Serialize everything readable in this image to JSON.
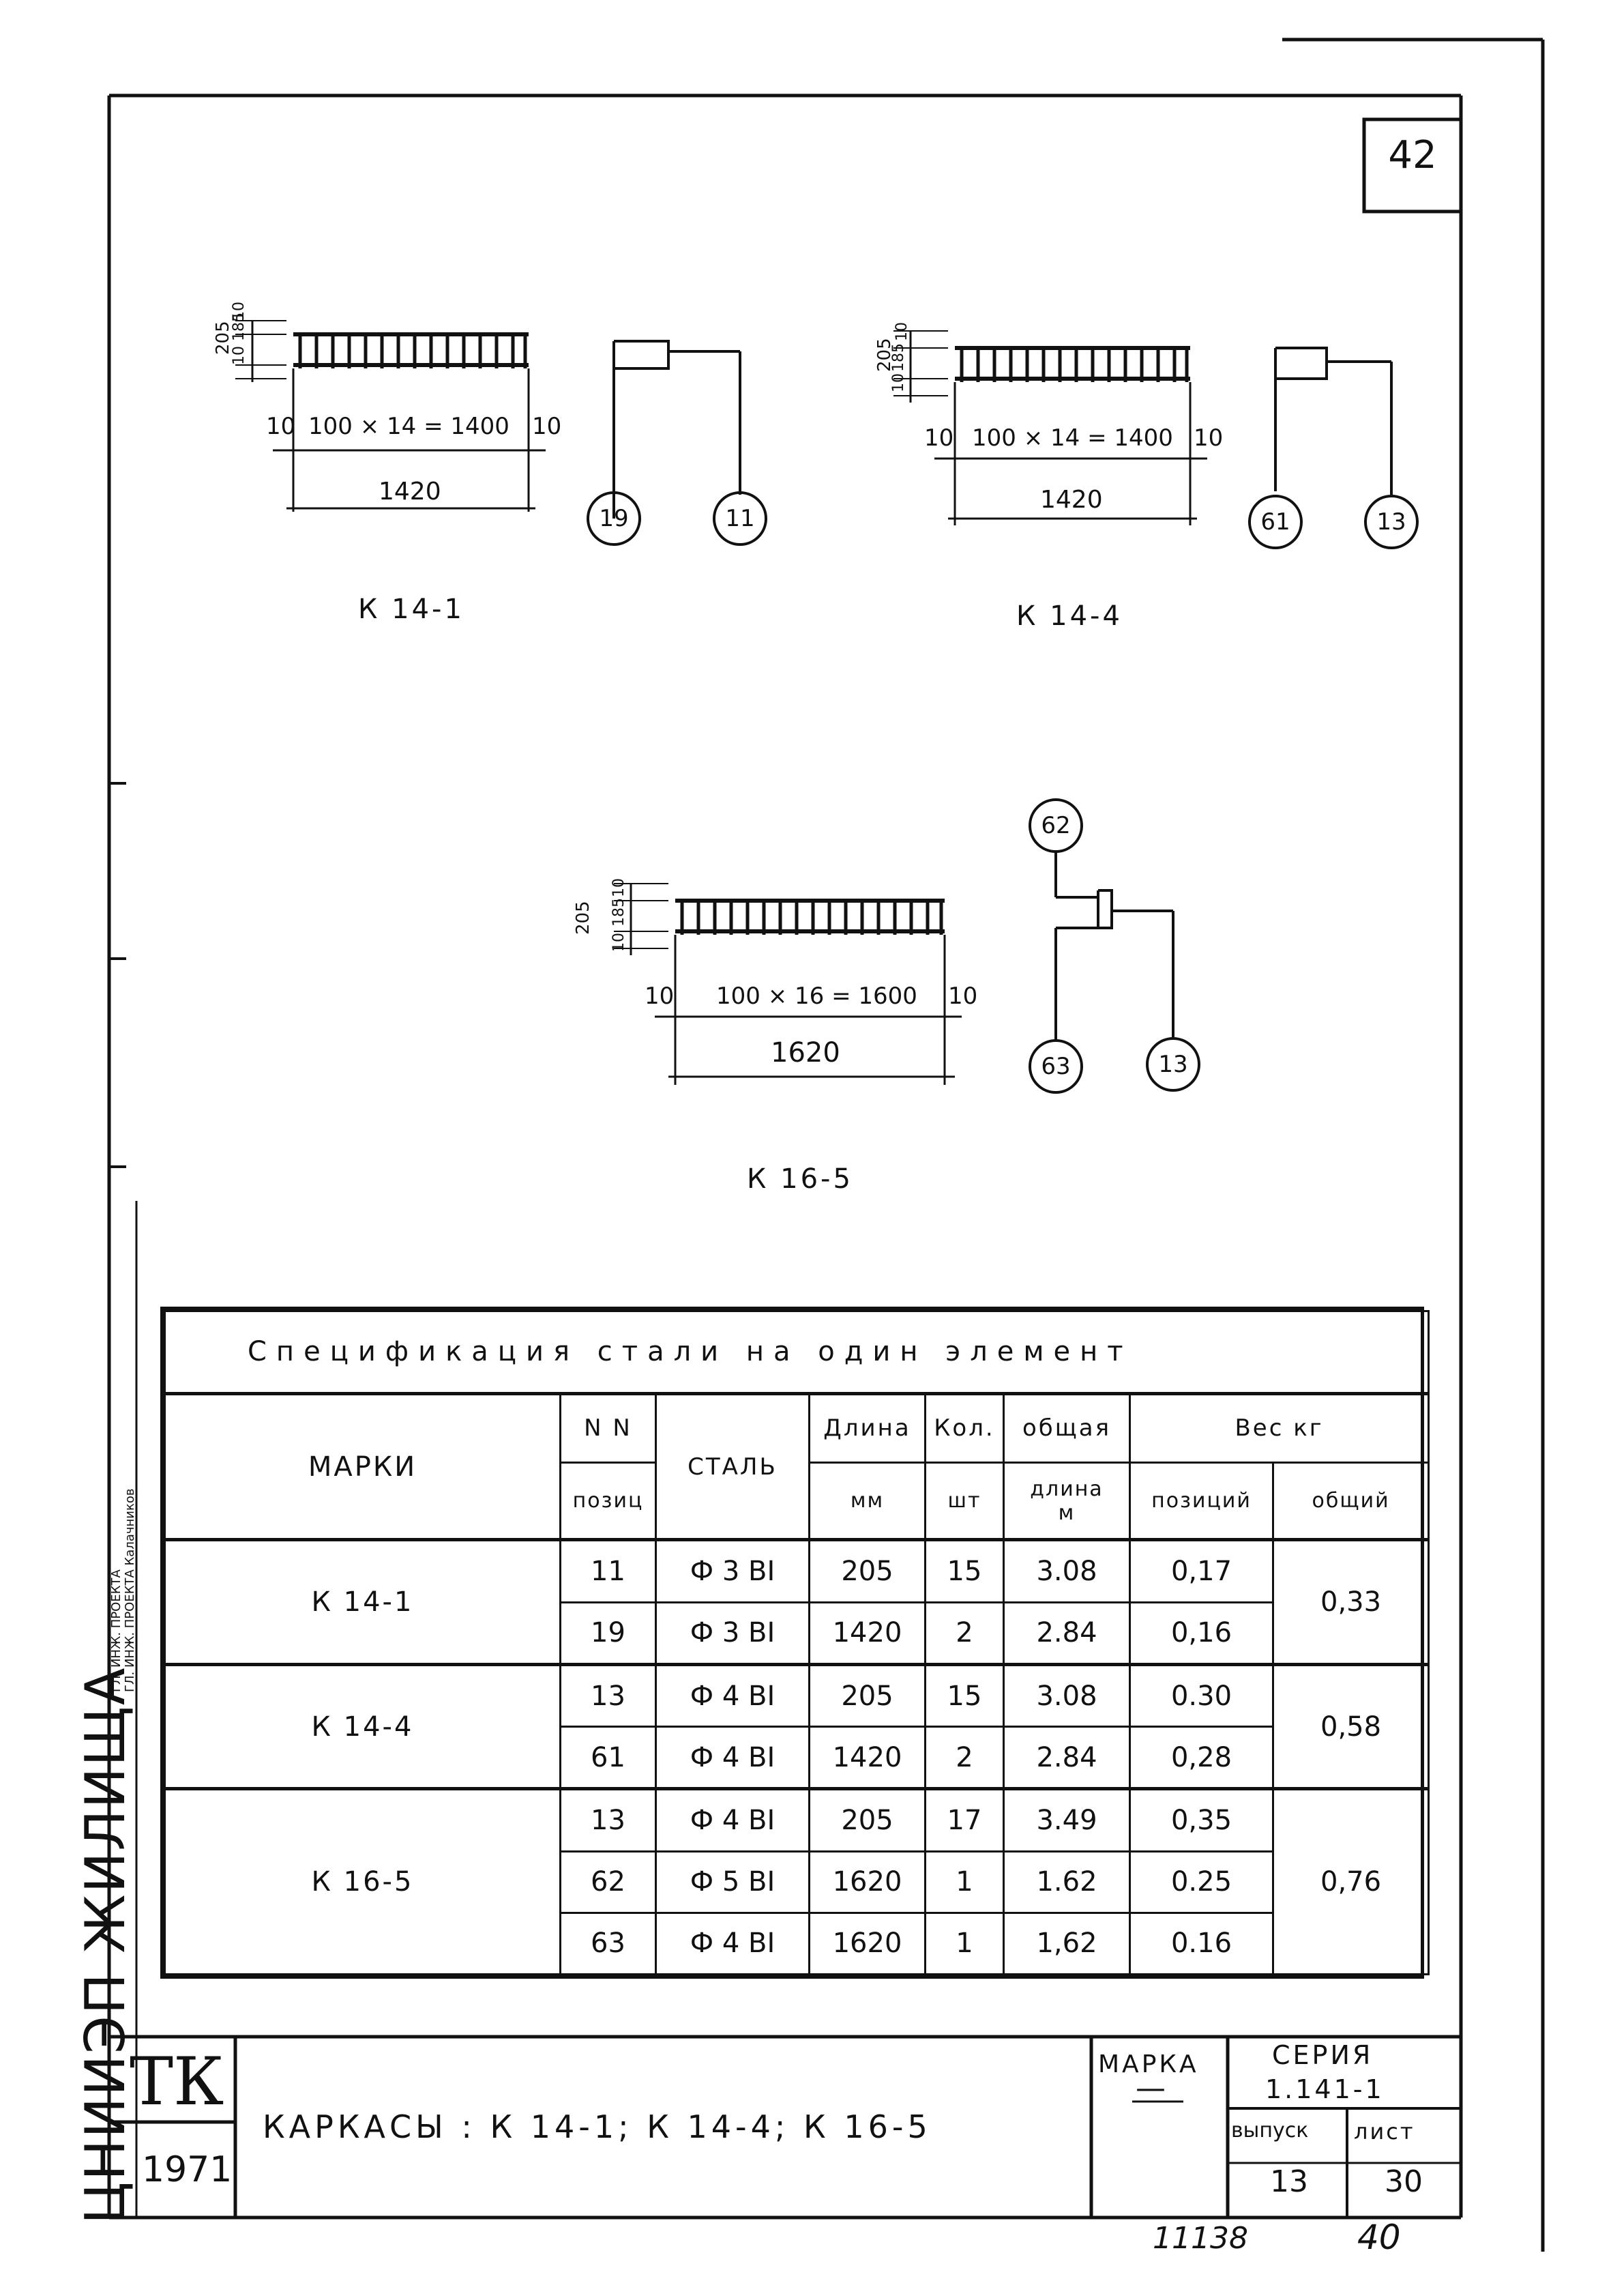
{
  "sheet_number": "42",
  "drawings": [
    {
      "mark": "К 14-1",
      "dims_vertical": [
        "205",
        "10",
        "185",
        "10"
      ],
      "inner_dim": "100 × 14 = 1400",
      "left_dim": "10",
      "right_dim": "10",
      "total_dim": "1420",
      "position_markers": [
        "19",
        "11"
      ]
    },
    {
      "mark": "К 14-4",
      "dims_vertical": [
        "205",
        "10",
        "185",
        "10"
      ],
      "inner_dim": "100 × 14 = 1400",
      "left_dim": "10",
      "right_dim": "10",
      "total_dim": "1420",
      "position_markers": [
        "61",
        "13"
      ]
    },
    {
      "mark": "К 16-5",
      "dims_vertical": [
        "205",
        "10",
        "185",
        "10"
      ],
      "inner_dim": "100 × 16 = 1600",
      "left_dim": "10",
      "right_dim": "10",
      "total_dim": "1620",
      "position_markers": [
        "62",
        "63",
        "13"
      ]
    }
  ],
  "spec_table": {
    "title": "Спецификация стали на один элемент",
    "headers": {
      "marks": "МАРКИ",
      "pos_top": "N N",
      "pos_bottom": "позиц",
      "steel": "СТАЛЬ",
      "length_top": "Длина",
      "length_bottom": "мм",
      "count_top": "Кол.",
      "count_bottom": "шт",
      "total_len_top": "общая",
      "total_len_mid": "длина",
      "total_len_bottom": "м",
      "weight": "Вес кг",
      "weight_pos": "позиций",
      "weight_total": "общий"
    },
    "groups": [
      {
        "mark": "К 14-1",
        "total": "0,33",
        "rows": [
          {
            "pos": "11",
            "steel": "Ф 3 ВI",
            "length": "205",
            "count": "15",
            "total_len": "3.08",
            "weight": "0,17"
          },
          {
            "pos": "19",
            "steel": "Ф 3 ВI",
            "length": "1420",
            "count": "2",
            "total_len": "2.84",
            "weight": "0,16"
          }
        ]
      },
      {
        "mark": "К 14-4",
        "total": "0,58",
        "rows": [
          {
            "pos": "13",
            "steel": "Ф 4 ВI",
            "length": "205",
            "count": "15",
            "total_len": "3.08",
            "weight": "0.30"
          },
          {
            "pos": "61",
            "steel": "Ф 4 ВI",
            "length": "1420",
            "count": "2",
            "total_len": "2.84",
            "weight": "0,28"
          }
        ]
      },
      {
        "mark": "К 16-5",
        "total": "0,76",
        "rows": [
          {
            "pos": "13",
            "steel": "Ф 4 ВI",
            "length": "205",
            "count": "17",
            "total_len": "3.49",
            "weight": "0,35"
          },
          {
            "pos": "62",
            "steel": "Ф 5 ВI",
            "length": "1620",
            "count": "1",
            "total_len": "1.62",
            "weight": "0.25"
          },
          {
            "pos": "63",
            "steel": "Ф 4 ВI",
            "length": "1620",
            "count": "1",
            "total_len": "1,62",
            "weight": "0.16"
          }
        ]
      }
    ]
  },
  "title_block": {
    "logo": "ТК",
    "year": "1971",
    "title": "КАРКАСЫ : К 14-1; К 14-4; К 16-5",
    "marka_label": "МАРКА",
    "marka_value": "—",
    "series_label": "СЕРИЯ",
    "series_value": "1.141-1",
    "issue_label": "выпуск",
    "issue_value": "13",
    "sheet_label": "лист",
    "sheet_value": "30"
  },
  "bottom_numbers": {
    "left": "11138",
    "right": "40"
  },
  "sidebar": {
    "org": "ЦНИИЭП ЖИЛИЩА",
    "line1": "ГЛ. ИНЖ. ПРОЕКТА",
    "line2": "ГЛ. ИНЖ. ПРОЕКТА  Калачников"
  }
}
